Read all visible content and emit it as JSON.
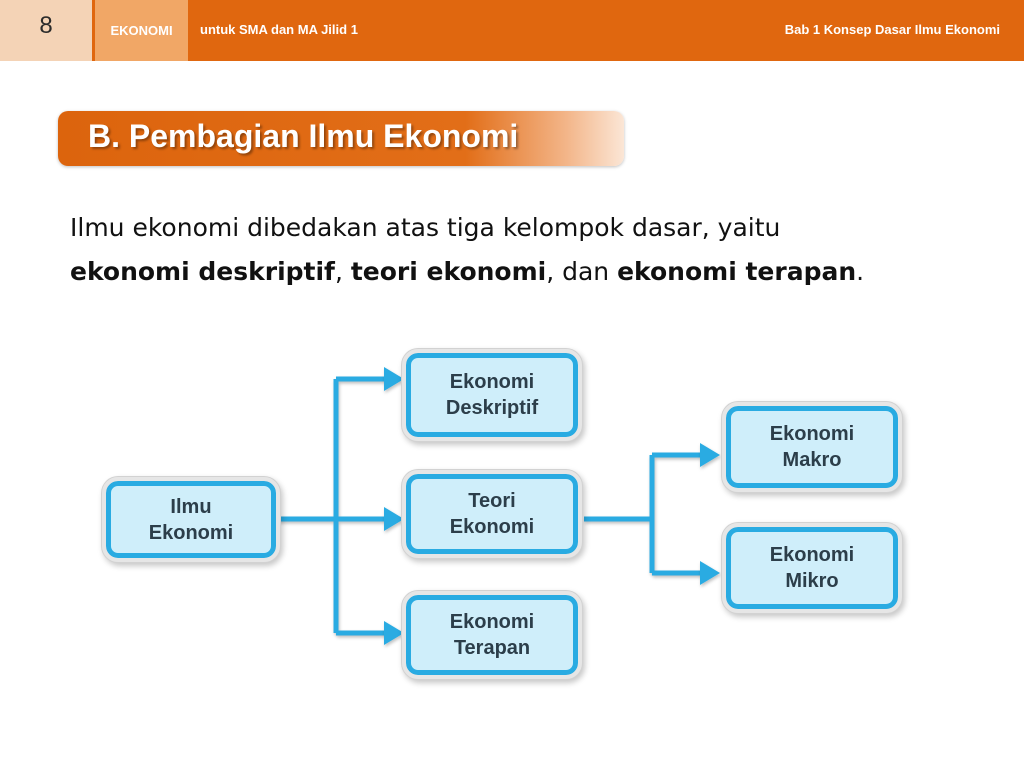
{
  "header": {
    "page_number": "8",
    "subject": "EKONOMI",
    "book_subtitle": "untuk SMA dan MA Jilid 1",
    "chapter": "Bab 1 Konsep Dasar Ilmu Ekonomi"
  },
  "section": {
    "title": "B. Pembagian Ilmu Ekonomi"
  },
  "intro": {
    "part1": "Ilmu ekonomi dibedakan atas tiga kelompok dasar, yaitu",
    "term1": "ekonomi deskriptif",
    "sep1": ", ",
    "term2": "teori ekonomi",
    "sep2": ", dan ",
    "term3": "ekonomi terapan",
    "end": "."
  },
  "diagram": {
    "root": {
      "line1": "Ilmu",
      "line2": "Ekonomi"
    },
    "deskriptif": {
      "line1": "Ekonomi",
      "line2": "Deskriptif"
    },
    "teori": {
      "line1": "Teori",
      "line2": "Ekonomi"
    },
    "terapan": {
      "line1": "Ekonomi",
      "line2": "Terapan"
    },
    "makro": {
      "line1": "Ekonomi",
      "line2": "Makro"
    },
    "mikro": {
      "line1": "Ekonomi",
      "line2": "Mikro"
    },
    "colors": {
      "box_fill": "#cfeefa",
      "box_border": "#29abe2",
      "connector": "#29abe2"
    }
  },
  "colors": {
    "header_bg": "#e0670f",
    "page_number_bg": "#f4d3b6",
    "subject_bg": "#f1a766"
  }
}
